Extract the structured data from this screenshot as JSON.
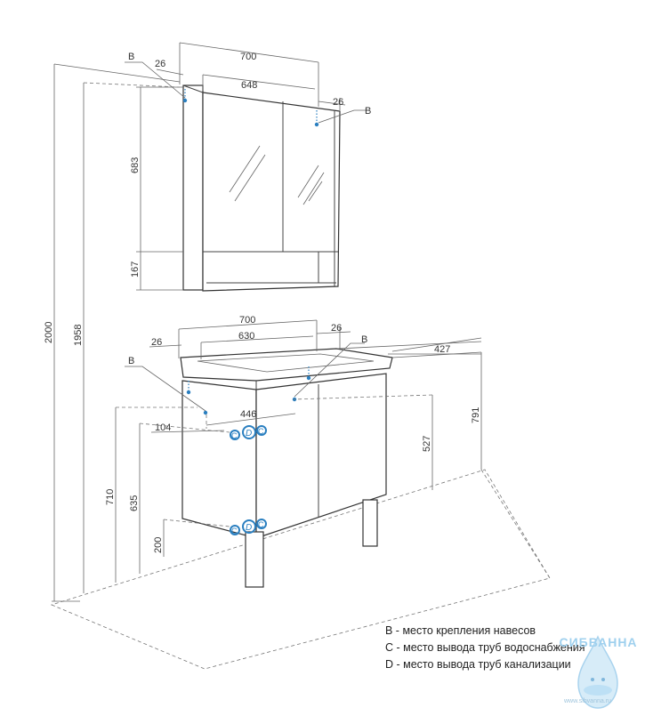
{
  "dimensions": {
    "cab_width_700": "700",
    "cab_inner_648": "648",
    "cab_offset_left_26": "26",
    "cab_offset_right_26": "26",
    "cab_height_683": "683",
    "cab_shelf_167": "167",
    "vanity_width_700": "700",
    "vanity_inner_630": "630",
    "vanity_offset_left_26": "26",
    "vanity_offset_right_26": "26",
    "vanity_depth_427": "427",
    "vanity_height_791": "791",
    "pipe_spacing_446": "446",
    "pipe_offset_104": "104",
    "height_527": "527",
    "height_710": "710",
    "height_635": "635",
    "height_200": "200",
    "total_2000": "2000",
    "total_1958": "1958"
  },
  "markers": {
    "b": "B",
    "c": "C",
    "d": "D"
  },
  "legend": {
    "b": "B - место крепления навесов",
    "c": "С - место вывода труб водоснабжения",
    "d": "D - место вывода труб канализации"
  },
  "logo": {
    "text": "СИБВАННА",
    "url": "www.sibvanna.ru"
  },
  "colors": {
    "marker": "#2a7fc0",
    "logo": "#9fd0ee"
  }
}
